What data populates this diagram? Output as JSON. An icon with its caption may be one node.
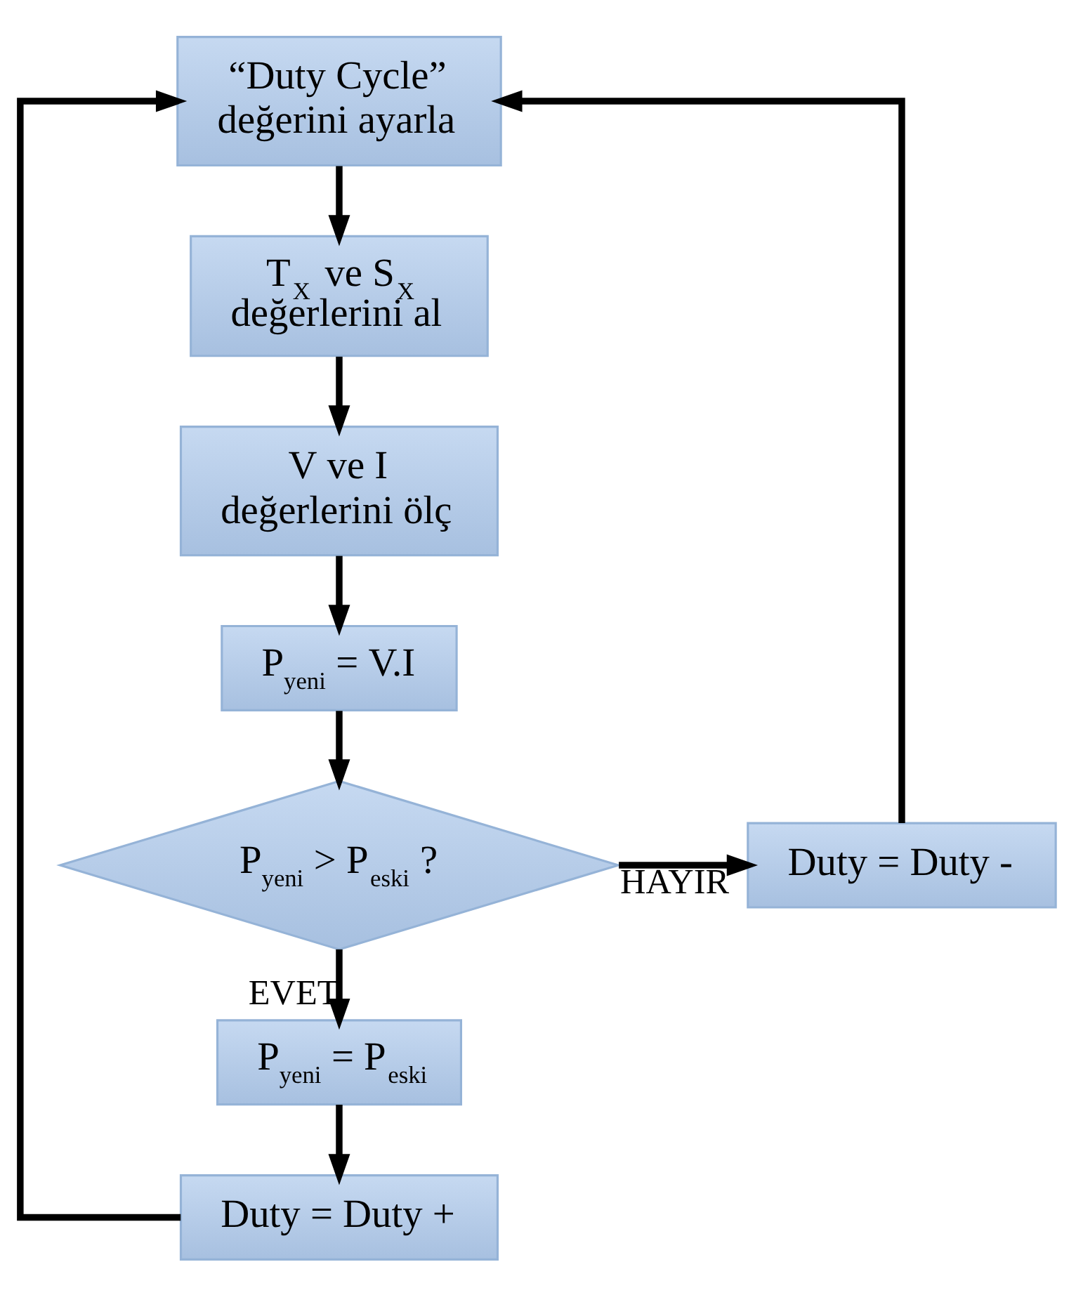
{
  "diagram": {
    "nodes": [
      {
        "text": [
          "“Duty Cycle” değerini ayarla"
        ]
      },
      {
        "text": [
          "T$_{X}$ ve S$_{X}$ değerlerini al"
        ]
      },
      {
        "text": [
          "V ve I değerlerini ölç"
        ]
      },
      {
        "text": [
          "P$_{yeni}$ = V.I"
        ]
      },
      {
        "text": [
          "P$_{yeni}$ > P$_{eski}$ ?"
        ]
      },
      {
        "text": [
          "Duty = Duty -"
        ]
      },
      {
        "text": [
          "P$_{yeni}$ = P$_{eski}$"
        ]
      },
      {
        "text": [
          "Duty = Duty +"
        ]
      }
    ],
    "edges": [
      {
        "from": 0,
        "to": 1,
        "arrow": "to"
      },
      {
        "from": 1,
        "to": 2,
        "arrow": "to"
      },
      {
        "from": 2,
        "to": 3,
        "arrow": "to"
      },
      {
        "from": 3,
        "to": 4,
        "arrow": "to"
      },
      {
        "from": 4,
        "to": 5,
        "arrow": "to",
        "label": "HAYIR"
      },
      {
        "from": 4,
        "to": 6,
        "arrow": "to",
        "label": "EVET"
      },
      {
        "from": 5,
        "to": 0,
        "arrow": "to"
      },
      {
        "from": 6,
        "to": 7,
        "arrow": "to"
      },
      {
        "from": 7,
        "to": 0,
        "arrow": "to"
      }
    ]
  }
}
